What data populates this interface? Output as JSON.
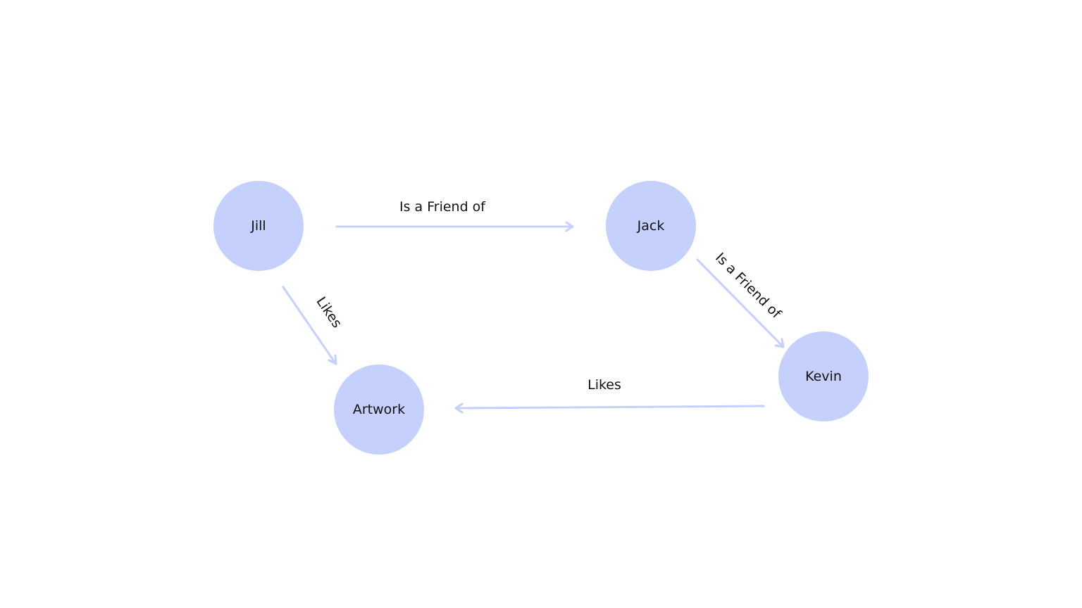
{
  "diagram": {
    "node_color": "#c5d0fd",
    "edge_color": "#c5d0fd",
    "text_color": "#111111",
    "nodes": [
      {
        "id": "jill",
        "label": "Jill"
      },
      {
        "id": "jack",
        "label": "Jack"
      },
      {
        "id": "kevin",
        "label": "Kevin"
      },
      {
        "id": "artwork",
        "label": "Artwork"
      }
    ],
    "edges": [
      {
        "id": "jill-jack",
        "from": "jill",
        "to": "jack",
        "label": "Is a Friend of"
      },
      {
        "id": "jack-kevin",
        "from": "jack",
        "to": "kevin",
        "label": "Is a Friend of"
      },
      {
        "id": "jill-artwork",
        "from": "jill",
        "to": "artwork",
        "label": "Likes"
      },
      {
        "id": "kevin-artwork",
        "from": "kevin",
        "to": "artwork",
        "label": "Likes"
      }
    ]
  }
}
